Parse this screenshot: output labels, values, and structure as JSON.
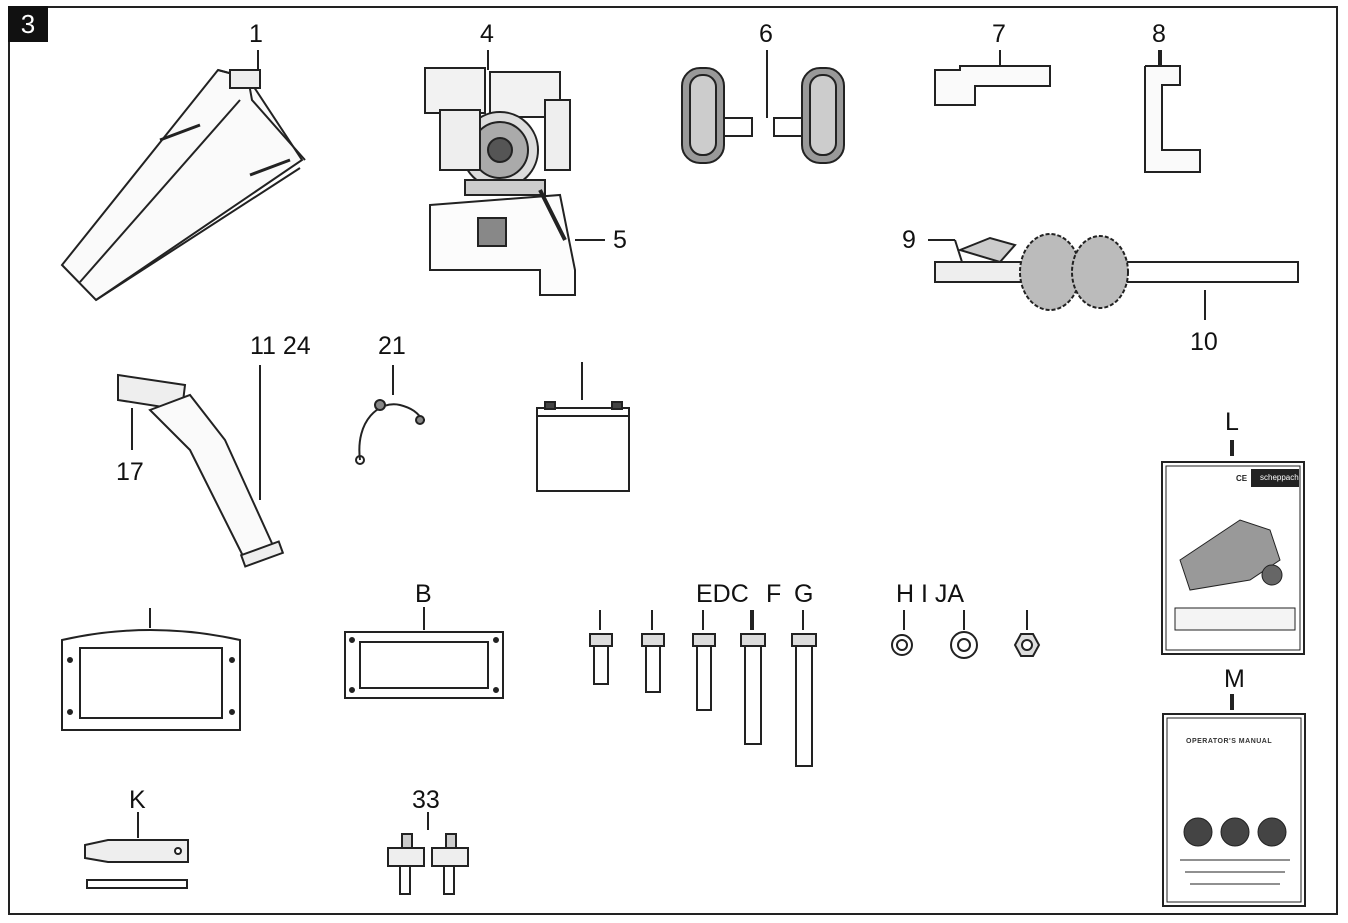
{
  "figure": {
    "number": "3",
    "labels": {
      "l1": "1",
      "l4": "4",
      "l5": "5",
      "l6": "6",
      "l7": "7",
      "l8": "8",
      "l9": "9",
      "l10": "10",
      "l11_24": "11 24",
      "l17": "17",
      "l21": "21",
      "lB": "B",
      "lEDC": "EDC",
      "lF": "F",
      "lG": "G",
      "lHIJA": "H I JA",
      "lK": "K",
      "l33": "33",
      "lL": "L",
      "lM": "M"
    },
    "manual_l": {
      "brand": "scheppach",
      "mark": "CE"
    },
    "manual_m": {
      "title": "OPERATOR'S MANUAL"
    }
  }
}
